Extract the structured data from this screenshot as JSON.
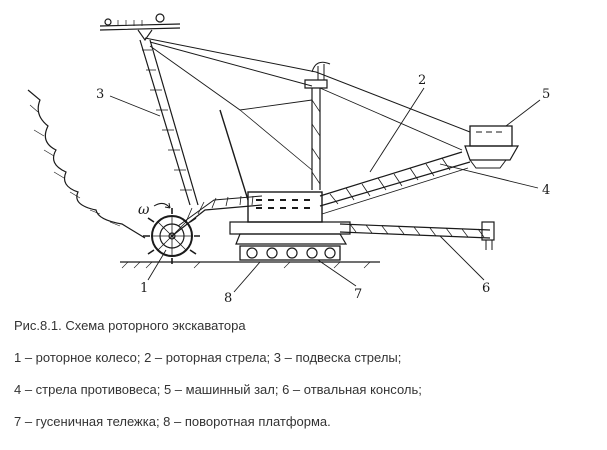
{
  "figure": {
    "callouts": [
      "1",
      "2",
      "3",
      "4",
      "5",
      "6",
      "7",
      "8"
    ],
    "omega": "ω"
  },
  "caption": {
    "title": "Рис.8.1. Схема роторного экскаватора",
    "legend": [
      "1 – роторное колесо; 2 – роторная стрела; 3 – подвеска стрелы;",
      "4 – стрела противовеса; 5 – машинный зал; 6 – отвальная консоль;",
      "7 – гусеничная тележка; 8 – поворотная платформа."
    ]
  },
  "colors": {
    "ink": "#1a1a1a",
    "caption_text": "#333333",
    "background": "#ffffff"
  }
}
